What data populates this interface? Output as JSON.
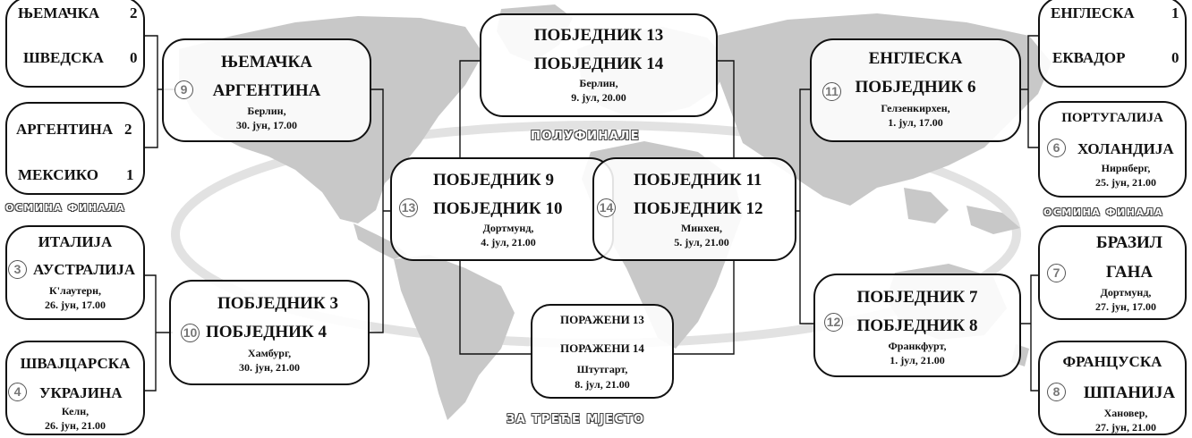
{
  "round_of_16": {
    "left_top": {
      "team1": "ЊЕМАЧКА",
      "score1": "2",
      "team2": "ШВЕДСКА",
      "score2": "0"
    },
    "left_mid": {
      "team1": "АРГЕНТИНА",
      "score1": "2",
      "team2": "МЕКСИКО",
      "score2": "1"
    },
    "left_stage_label": "ОСМИНА ФИНАЛА",
    "m3": {
      "num": "3",
      "team1": "ИТАЛИЈА",
      "team2": "АУСТРАЛИЈА",
      "venue": "К'лаутерн,",
      "date": "26. јун, 17.00"
    },
    "m4": {
      "num": "4",
      "team1": "ШВАЈЦАРСКА",
      "team2": "УКРАЈИНА",
      "venue": "Келн,",
      "date": "26. јун, 21.00"
    },
    "right_top": {
      "team1": "ЕНГЛЕСКА",
      "score1": "1",
      "team2": "ЕКВАДОР",
      "score2": "0"
    },
    "m6": {
      "num": "6",
      "team1": "ПОРТУГАЛИЈА",
      "team2": "ХОЛАНДИЈА",
      "venue": "Нирнберг,",
      "date": "25. јун, 21.00"
    },
    "right_stage_label": "ОСМИНА ФИНАЛА",
    "m7": {
      "num": "7",
      "team1": "БРАЗИЛ",
      "team2": "ГАНА",
      "venue": "Дортмунд,",
      "date": "27. јун, 17.00"
    },
    "m8": {
      "num": "8",
      "team1": "ФРАНЦУСКА",
      "team2": "ШПАНИЈА",
      "venue": "Хановер,",
      "date": "27. јун, 21.00"
    }
  },
  "quarterfinals": {
    "m9": {
      "num": "9",
      "team1": "ЊЕМАЧКА",
      "team2": "АРГЕНТИНА",
      "venue": "Берлин,",
      "date": "30. јун, 17.00"
    },
    "m10": {
      "num": "10",
      "team1": "ПОБЈЕДНИК 3",
      "team2": "ПОБЈЕДНИК 4",
      "venue": "Хамбург,",
      "date": "30. јун, 21.00"
    },
    "m11": {
      "num": "11",
      "team1": "ЕНГЛЕСКА",
      "team2": "ПОБЈЕДНИК 6",
      "venue": "Гелзенкирхен,",
      "date": "1. јул, 17.00"
    },
    "m12": {
      "num": "12",
      "team1": "ПОБЈЕДНИК 7",
      "team2": "ПОБЈЕДНИК 8",
      "venue": "Франкфурт,",
      "date": "1. јул, 21.00"
    }
  },
  "semifinals": {
    "m13": {
      "num": "13",
      "team1": "ПОБЈЕДНИК 9",
      "team2": "ПОБЈЕДНИК 10",
      "venue": "Дортмунд,",
      "date": "4. јул, 21.00"
    },
    "m14": {
      "num": "14",
      "team1": "ПОБЈЕДНИК 11",
      "team2": "ПОБЈЕДНИК 12",
      "venue": "Минхен,",
      "date": "5. јул, 21.00"
    },
    "stage_label": "ПОЛУФИНАЛЕ"
  },
  "final": {
    "team1": "ПОБЈЕДНИК 13",
    "team2": "ПОБЈЕДНИК 14",
    "venue": "Берлин,",
    "date": "9. јул, 20.00"
  },
  "third_place": {
    "team1": "ПОРАЖЕНИ 13",
    "team2": "ПОРАЖЕНИ 14",
    "venue": "Штутгарт,",
    "date": "8. јул, 21.00",
    "stage_label": "ЗА ТРЕЋЕ МЈЕСТО"
  },
  "colors": {
    "map": "#c8c8c8",
    "ink": "#111111",
    "circle": "#777777"
  }
}
